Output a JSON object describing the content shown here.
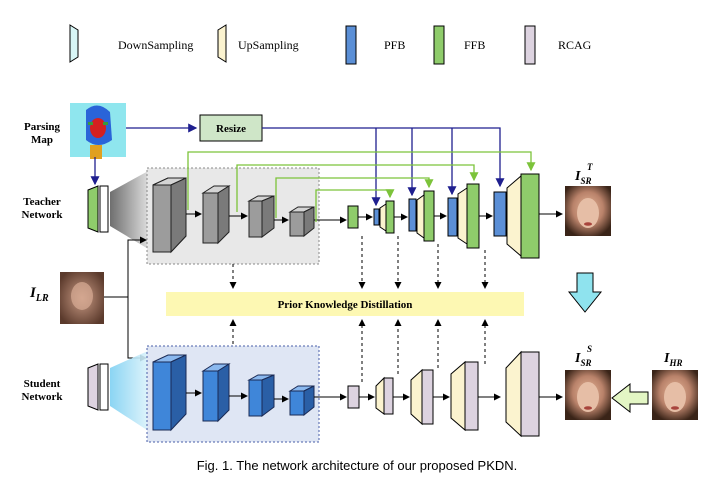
{
  "legend": [
    {
      "label": "DownSampling",
      "shape": "downsampling",
      "fill": "#d8f6f6"
    },
    {
      "label": "UpSampling",
      "shape": "upsampling",
      "fill": "#fbf3cf"
    },
    {
      "label": "PFB",
      "shape": "rect",
      "fill": "#5b8fd6"
    },
    {
      "label": "FFB",
      "shape": "rect",
      "fill": "#8fcc6b"
    },
    {
      "label": "RCAG",
      "shape": "rect",
      "fill": "#ddd3e0"
    }
  ],
  "labels": {
    "parsing_map": [
      "Parsing",
      "Map"
    ],
    "teacher_network": [
      "Teacher",
      "Network"
    ],
    "student_network": [
      "Student",
      "Network"
    ],
    "ilr": "I",
    "ilr_sub": "LR",
    "resize": "Resize",
    "pkd": "Prior Knowledge Distillation",
    "isr_t": "I",
    "isr_t_sub": "SR",
    "isr_t_sup": "T",
    "isr_s": "I",
    "isr_s_sub": "SR",
    "isr_s_sup": "S",
    "ihr": "I",
    "ihr_sub": "HR"
  },
  "caption": "Fig. 1.  The network architecture of our proposed PKDN.",
  "colors": {
    "blue_arrow": "#1f1f8f",
    "green_arrow": "#7cc33a",
    "black": "#000000",
    "pfb": "#5b8fd6",
    "ffb": "#8fcc6b",
    "rcag": "#ddd3e0",
    "up": "#fbf3cf",
    "down": "#d8f6f6",
    "gray_block": "#9c9c9c",
    "student_block": "#3f86d9",
    "pkd_fill": "#fdf8b3",
    "resize_fill": "#cfe6c8",
    "teacher_box": "#e8e8e8",
    "student_box": "#dfe6f4",
    "down_arrow": "#8fe3ee",
    "left_arrow": "#e3f6c4"
  }
}
